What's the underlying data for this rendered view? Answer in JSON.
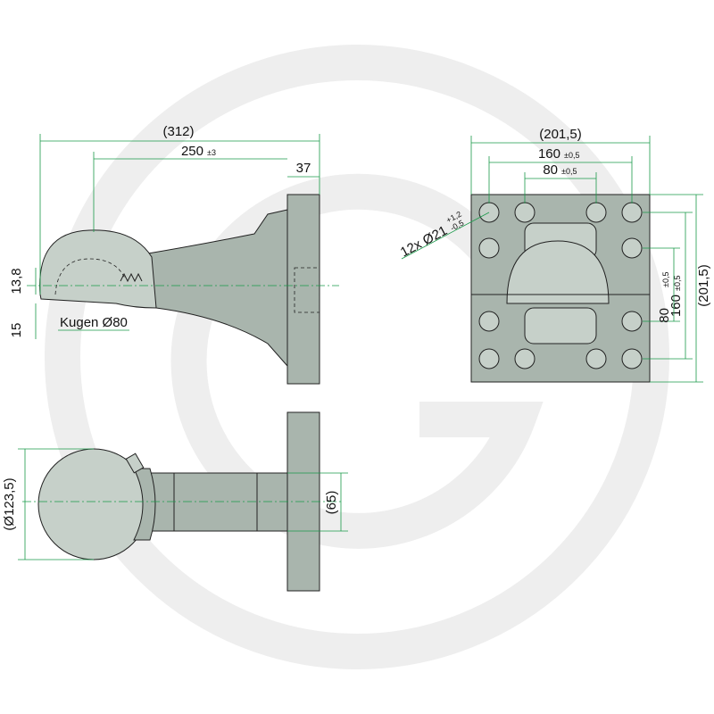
{
  "colors": {
    "part_fill": "#a9b5ad",
    "part_light": "#c6d0c9",
    "part_dark": "#7e8a82",
    "outline": "#222222",
    "dimension_line": "#1a9a4a",
    "watermark": "#eeeeee"
  },
  "watermark": {
    "shape": "G-logo"
  },
  "side_view": {
    "dim_overall_length": "(312)",
    "dim_ball_to_flange": "250",
    "dim_ball_to_flange_tol": "±3",
    "dim_flange_thickness": "37",
    "dim_offset_upper": "13,8",
    "dim_offset_lower": "15",
    "ball_label": "Kugen Ø80"
  },
  "front_view": {
    "dim_overall_width": "(201,5)",
    "dim_outer_hole_spacing": "160",
    "dim_outer_hole_spacing_tol": "±0,5",
    "dim_inner_hole_spacing": "80",
    "dim_inner_hole_spacing_tol": "±0,5",
    "dim_overall_height": "(201,5)",
    "dim_outer_vertical": "160",
    "dim_outer_vertical_tol": "±0,5",
    "dim_inner_vertical": "80",
    "dim_inner_vertical_tol": "±0,5",
    "hole_callout": "12x Ø21",
    "hole_tol_upper": "+1,2",
    "hole_tol_lower": "-0,5"
  },
  "top_view": {
    "dim_ball_diameter": "(Ø123,5)",
    "dim_neck_width": "(65)"
  }
}
